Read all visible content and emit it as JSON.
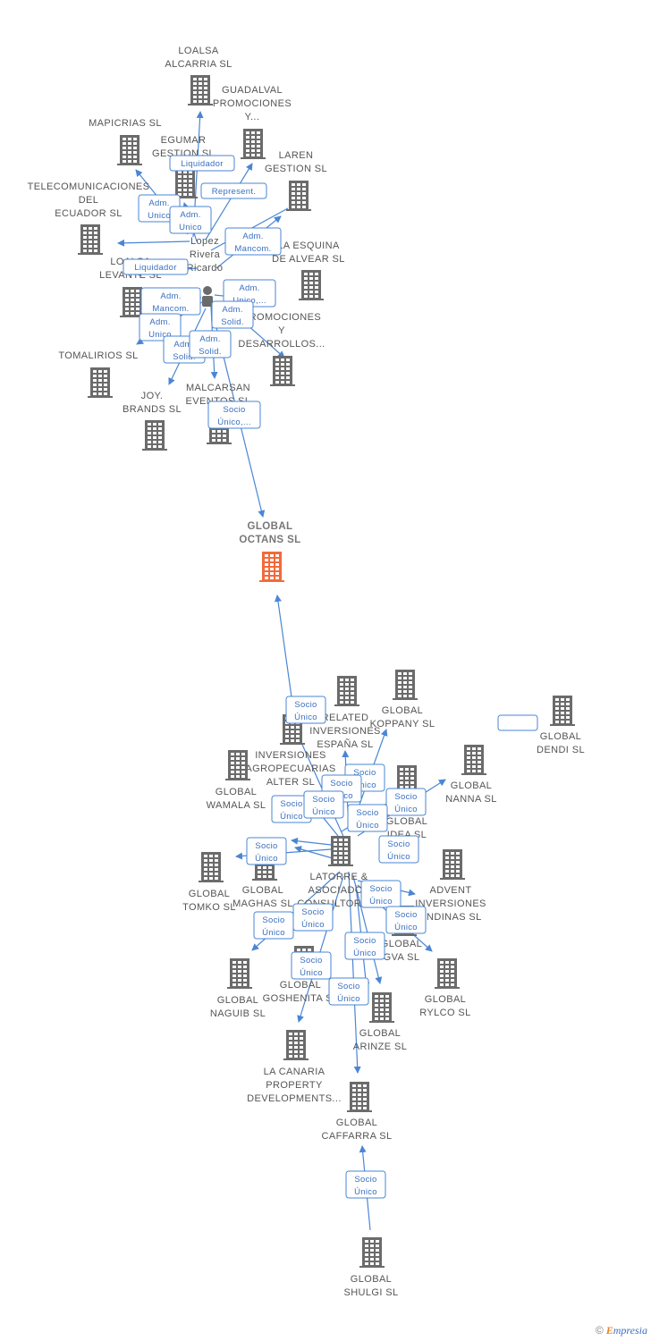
{
  "colors": {
    "building": "#6b6b6b",
    "focus": "#f26a3c",
    "edge": "#4a86d4",
    "label_border": "#4a86d4",
    "label_text": "#3a6fbf"
  },
  "nodes": {
    "loalsa": [
      "LOALSA",
      "ALCARRIA SL"
    ],
    "guadalval": [
      "GUADALVAL",
      "PROMOCIONES",
      "Y..."
    ],
    "mapicrias": [
      "MAPICRIAS SL"
    ],
    "egumar": [
      "EGUMAR",
      "GESTION SL"
    ],
    "laren": [
      "LAREN",
      "GESTION SL"
    ],
    "telecom": [
      "TELECOMUNICACIONES",
      "DEL",
      "ECUADOR SL"
    ],
    "laesquina": [
      "LA ESQUINA",
      "DE ALVEAR SL"
    ],
    "loalsa_lev": [
      "LOALSA",
      "LEVANTE SL"
    ],
    "promociones": [
      "PROMOCIONES",
      "Y",
      "DESARROLLOS..."
    ],
    "tomalirios": [
      "TOMALIRIOS SL"
    ],
    "joy": [
      "JOY.",
      "BRANDS SL"
    ],
    "malcarsan": [
      "MALCARSAN",
      "EVENTOS SL"
    ],
    "person": [
      "Lopez",
      "Rivera",
      "Ricardo"
    ],
    "octans": [
      "GLOBAL",
      "OCTANS SL"
    ],
    "related": [
      "RELATED",
      "INVERSIONES",
      "ESPAÑA SL"
    ],
    "koppany": [
      "GLOBAL",
      "KOPPANY SL"
    ],
    "dendi": [
      "GLOBAL",
      "DENDI SL"
    ],
    "agropec": [
      "INVERSIONES",
      "AGROPECUARIAS",
      "ALTER SL"
    ],
    "nanna": [
      "GLOBAL",
      "NANNA SL"
    ],
    "wamala": [
      "GLOBAL",
      "WAMALA SL"
    ],
    "idea": [
      "GLOBAL",
      "IDEA SL"
    ],
    "latorre": [
      "LATORRE &",
      "ASOCIADOS",
      "CONSULTORIA..."
    ],
    "tomko": [
      "GLOBAL",
      "TOMKO SL"
    ],
    "maghas": [
      "GLOBAL",
      "MAGHAS SL"
    ],
    "advent": [
      "ADVENT",
      "INVERSIONES",
      "ANDINAS SL"
    ],
    "gva": [
      "GLOBAL",
      "GVA SL"
    ],
    "naguib": [
      "GLOBAL",
      "NAGUIB SL"
    ],
    "goshenita": [
      "GLOBAL",
      "GOSHENITA SL"
    ],
    "rylco": [
      "GLOBAL",
      "RYLCO SL"
    ],
    "arinze": [
      "GLOBAL",
      "ARINZE SL"
    ],
    "lacanaria": [
      "LA CANARIA",
      "PROPERTY",
      "DEVELOPMENTS..."
    ],
    "caffarra": [
      "GLOBAL",
      "CAFFARRA SL"
    ],
    "shulgi": [
      "GLOBAL",
      "SHULGI SL"
    ]
  },
  "edge_labels": [
    [
      "Liquidador"
    ],
    [
      "Represent."
    ],
    [
      "Adm.",
      "Unico"
    ],
    [
      "Adm.",
      "Unico"
    ],
    [
      "Adm.",
      "Mancom."
    ],
    [
      "Liquidador"
    ],
    [
      "Adm.",
      "Mancom."
    ],
    [
      "Adm.",
      "Unico,..."
    ],
    [
      "Adm.",
      "Solid."
    ],
    [
      "Adm.",
      "Unico"
    ],
    [
      "Adm.",
      "Solid."
    ],
    [
      "Adm.",
      "Solid."
    ],
    [
      "Socio",
      "Único,..."
    ],
    [
      "Socio",
      "Único"
    ],
    [
      "Socio",
      "Único"
    ],
    [
      "Socio",
      "Único"
    ],
    [
      "Socio",
      "Único"
    ],
    [
      "Socio",
      "Único"
    ],
    [
      "Socio",
      "Único"
    ],
    [
      "Socio",
      "Único"
    ],
    [
      "Socio",
      "Único"
    ],
    [
      "Socio",
      "Único"
    ],
    [
      "Socio",
      "Único"
    ],
    [
      "Socio",
      "Único"
    ],
    [
      "Socio",
      "Único"
    ],
    [
      "Socio",
      "Único"
    ],
    [
      "Socio",
      "Único"
    ],
    [
      "Socio",
      "Único"
    ],
    [
      "Socio",
      "Único"
    ],
    [
      "Socio",
      "Único"
    ]
  ],
  "brand": {
    "copyright": "©",
    "initial": "E",
    "rest": "mpresia"
  }
}
